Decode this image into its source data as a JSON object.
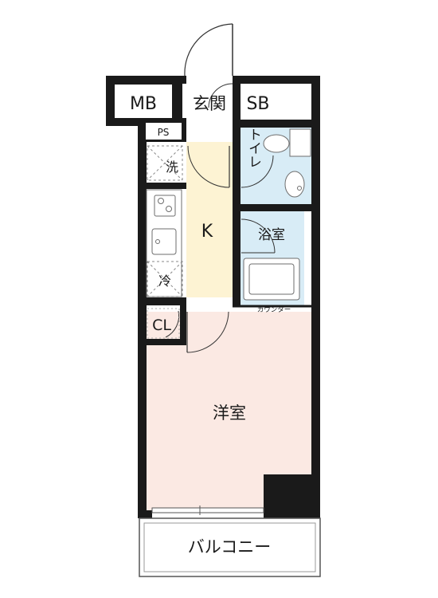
{
  "labels": {
    "mb": "MB",
    "entrance": "玄関",
    "sb": "SB",
    "ps": "PS",
    "toilet": "トイレ",
    "washer": "洗",
    "kitchen": "K",
    "bath": "浴室",
    "fridge": "冷",
    "counter": "カウンター",
    "closet": "CL",
    "western_room": "洋室",
    "balcony": "バルコニー"
  },
  "colors": {
    "wall": "#1a1a1a",
    "kitchen_floor": "#fdf3d3",
    "wet_area": "#d8ecf6",
    "bedroom_floor": "#fbe9e3",
    "fixture_stroke": "#6e6e6e"
  }
}
